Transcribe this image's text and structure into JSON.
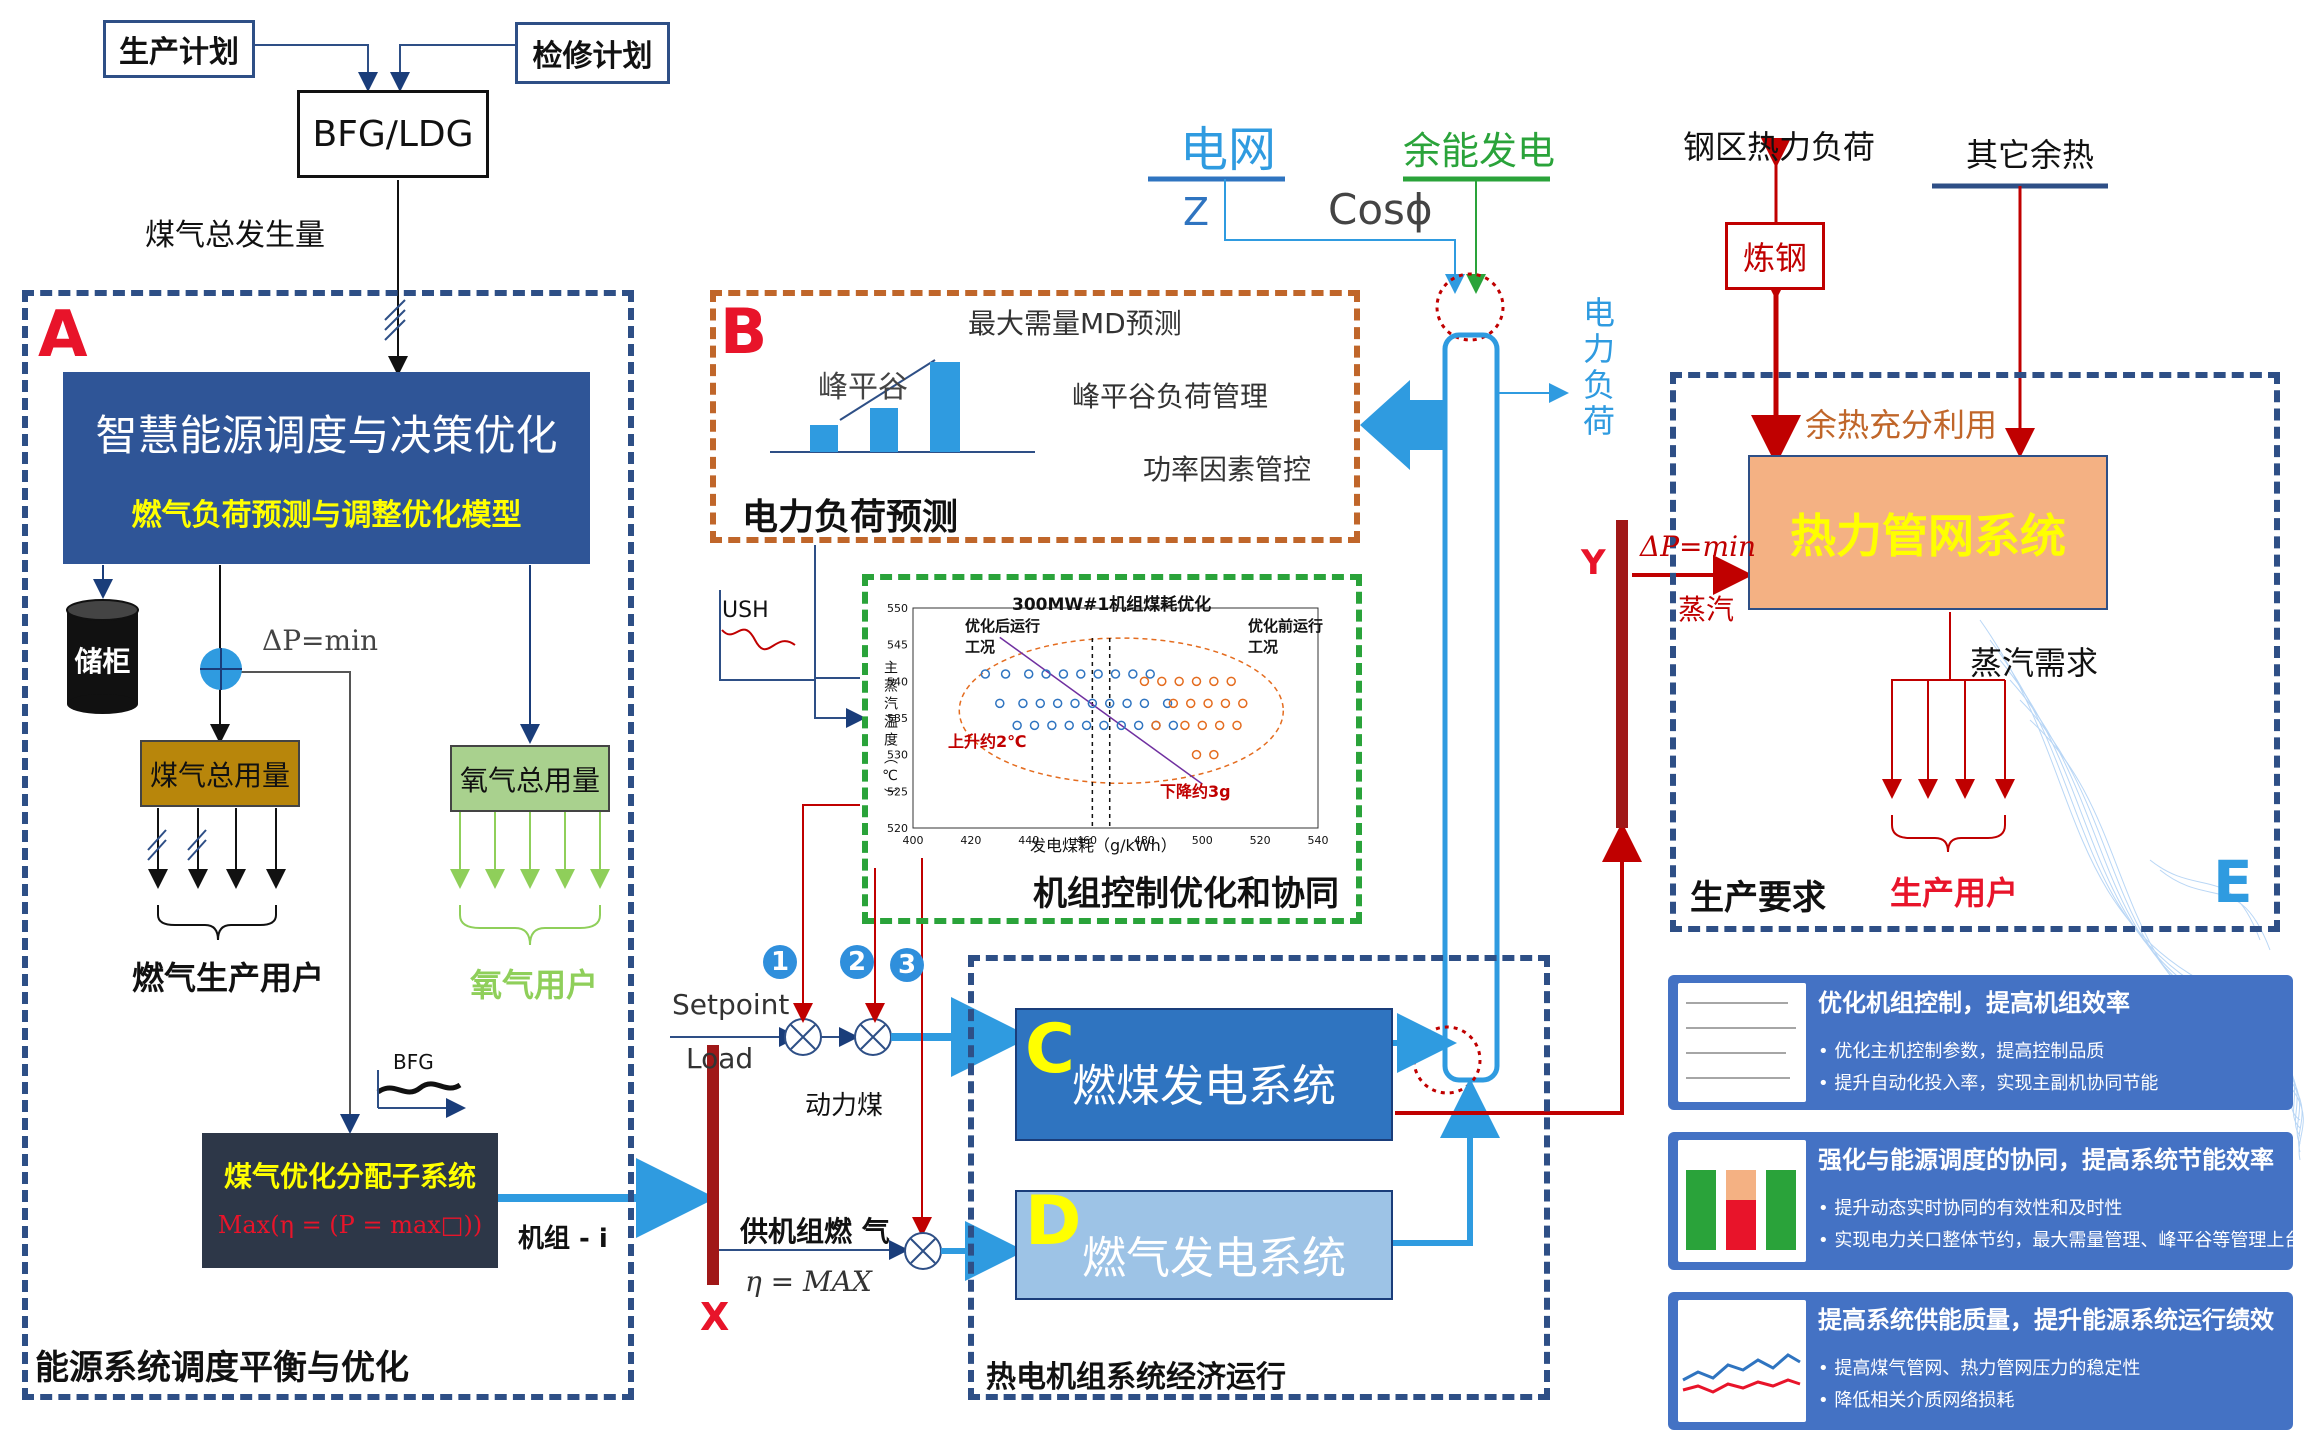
{
  "top": {
    "production_plan": "生产计划",
    "maintenance_plan": "检修计划",
    "bfg_ldg": "BFG/LDG",
    "gas_total_generation": "煤气总发生量"
  },
  "section_a": {
    "letter": "A",
    "main_title": "智慧能源调度与决策优化",
    "main_subtitle": "燃气负荷预测与调整优化模型",
    "storage": "储柜",
    "delta_p": "ΔP=min",
    "coal_gas_usage": "煤气总用量",
    "oxygen_usage": "氧气总用量",
    "gas_users": "燃气生产用户",
    "oxygen_users": "氧气用户",
    "bfg_small": "BFG",
    "sub_system_title": "煤气优化分配子系统",
    "sub_system_formula": "Max(η = (P = max□))",
    "unit_label": "机组 - i",
    "section_title": "能源系统调度平衡与优化"
  },
  "section_b": {
    "letter": "B",
    "md_forecast": "最大需量MD预测",
    "peak_valley": "峰平谷",
    "peak_valley_mgmt": "峰平谷负荷管理",
    "power_factor": "功率因素管控",
    "title": "电力负荷预测"
  },
  "chart_inset": {
    "title": "300MW#1机组煤耗优化",
    "after_label": "优化后运行工况",
    "before_label": "优化前运行工况",
    "rise_label": "上升约2℃",
    "drop_label": "下降约3g",
    "ylabel": "主蒸汽温度（℃）",
    "xlabel": "发电煤耗（g/kWh）",
    "usk": "USH",
    "section_title": "机组控制优化和协同"
  },
  "chart_data": {
    "type": "scatter",
    "title": "300MW#1机组煤耗优化",
    "xlabel": "发电煤耗（g/kWh）",
    "ylabel": "主蒸汽温度（℃）",
    "xlim": [
      400,
      540
    ],
    "ylim": [
      520,
      550
    ],
    "x_ticks": [
      "400",
      "420",
      "440",
      "460",
      "480",
      "500",
      "520",
      "540"
    ],
    "y_ticks": [
      "520",
      "525",
      "530",
      "535",
      "540",
      "545",
      "550"
    ],
    "series": [
      {
        "name": "优化后运行工况",
        "color": "#2f74c0",
        "x": [
          425,
          432,
          440,
          446,
          452,
          458,
          464,
          470,
          476,
          482,
          430,
          438,
          444,
          450,
          456,
          462,
          468,
          474,
          480,
          488,
          436,
          442,
          448,
          454,
          460,
          466,
          472,
          478,
          484,
          490
        ],
        "y": [
          541,
          541,
          541,
          541,
          541,
          541,
          541,
          541,
          541,
          541,
          537,
          537,
          537,
          537,
          537,
          537,
          537,
          537,
          537,
          537,
          534,
          534,
          534,
          534,
          534,
          534,
          534,
          534,
          534,
          534
        ]
      },
      {
        "name": "优化前运行工况",
        "color": "#e46c1f",
        "x": [
          480,
          486,
          492,
          498,
          504,
          510,
          490,
          496,
          502,
          508,
          514,
          484,
          494,
          500,
          506,
          512,
          498,
          504
        ],
        "y": [
          540,
          540,
          540,
          540,
          540,
          540,
          537,
          537,
          537,
          537,
          537,
          534,
          534,
          534,
          534,
          534,
          530,
          530
        ]
      }
    ]
  },
  "middle": {
    "setpoint": "Setpoint",
    "load": "Load",
    "power_coal": "动力煤",
    "supply_gas": "供机组燃 气",
    "eta": "η = MAX",
    "x_label": "X",
    "badge_1": "1",
    "badge_2": "2",
    "badge_3": "3",
    "c_letter": "C",
    "coal_power": "燃煤发电系统",
    "d_letter": "D",
    "gas_power": "燃气发电系统",
    "section_title": "热电机组系统经济运行"
  },
  "grid": {
    "grid_label": "电网",
    "residual_power": "余能发电",
    "z": "Z",
    "cosphi": "Cosϕ",
    "power_load": "电力负荷"
  },
  "section_e": {
    "steel_heat_load": "钢区热力负荷",
    "other_heat": "其它余热",
    "steelmaking": "炼钢",
    "waste_heat_use": "余热充分利用",
    "heat_network": "热力管网系统",
    "y_label": "Y",
    "dp_min": "ΔP=min",
    "steam": "蒸汽",
    "steam_demand": "蒸汽需求",
    "production_req": "生产要求",
    "production_users": "生产用户",
    "letter": "E"
  },
  "panels": [
    {
      "title": "优化机组控制，提高机组效率",
      "lines": [
        "• 优化主机控制参数，提高控制品质",
        "• 提升自动化投入率，实现主副机协同节能"
      ]
    },
    {
      "title": "强化与能源调度的协同，提高系统节能效率",
      "lines": [
        "• 提升动态实时协同的有效性和及时性",
        "• 实现电力关口整体节约，最大需量管理、峰平谷等管理上台阶"
      ]
    },
    {
      "title": "提高系统供能质量，提升能源系统运行绩效",
      "lines": [
        "• 提高煤气管网、热力管网压力的稳定性",
        "• 降低相关介质网络损耗"
      ]
    }
  ],
  "colors": {
    "dark_blue": "#2e4f86",
    "box_blue": "#2f5597",
    "yellow": "#ffff00",
    "orange_dash": "#c0662a",
    "green_dash": "#2aa33a",
    "gold": "#b8860b",
    "light_green": "#a9d18e",
    "red": "#c00000",
    "light_blue": "#2f9be0",
    "salmon": "#f4b183",
    "panel_blue": "#4472c4"
  }
}
